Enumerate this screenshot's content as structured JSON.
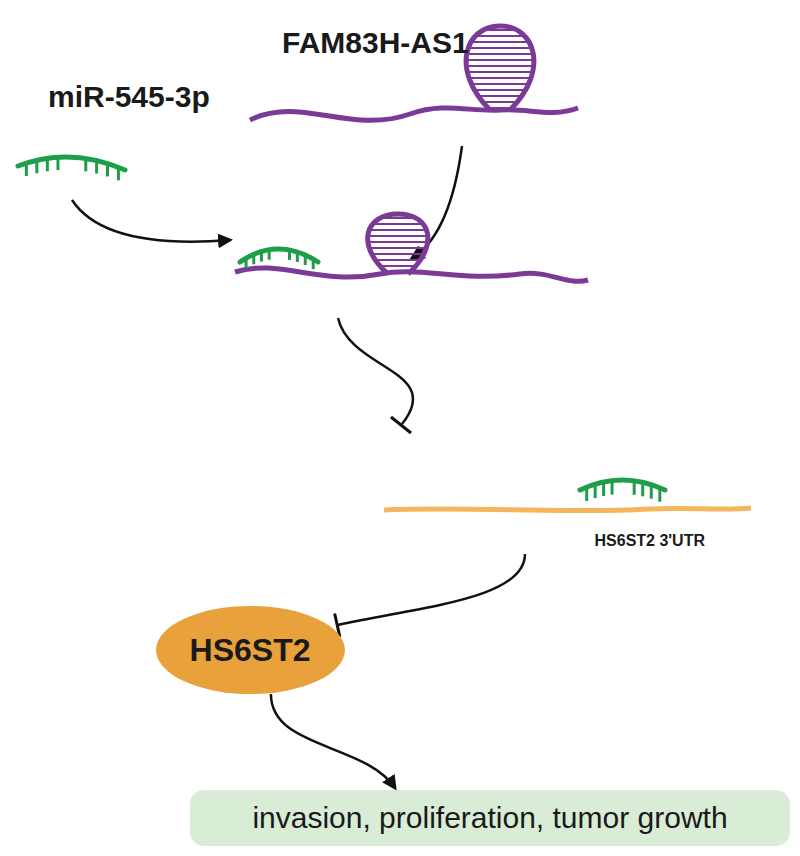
{
  "diagram": {
    "nodes": [
      {
        "text": [
          "HS6ST2 3'UTR"
        ]
      },
      {
        "text": [
          "HS6ST2"
        ]
      },
      {
        "text": [
          "invasion, proliferation, tumor growth"
        ]
      }
    ],
    "edges": [
      {
        "from": 0,
        "to": 1,
        "arrow": "to"
      },
      {
        "from": 1,
        "to": 2,
        "arrow": "to"
      }
    ],
    "labels": [
      "miR-545-3p",
      "FAM83H-AS1"
    ]
  }
}
